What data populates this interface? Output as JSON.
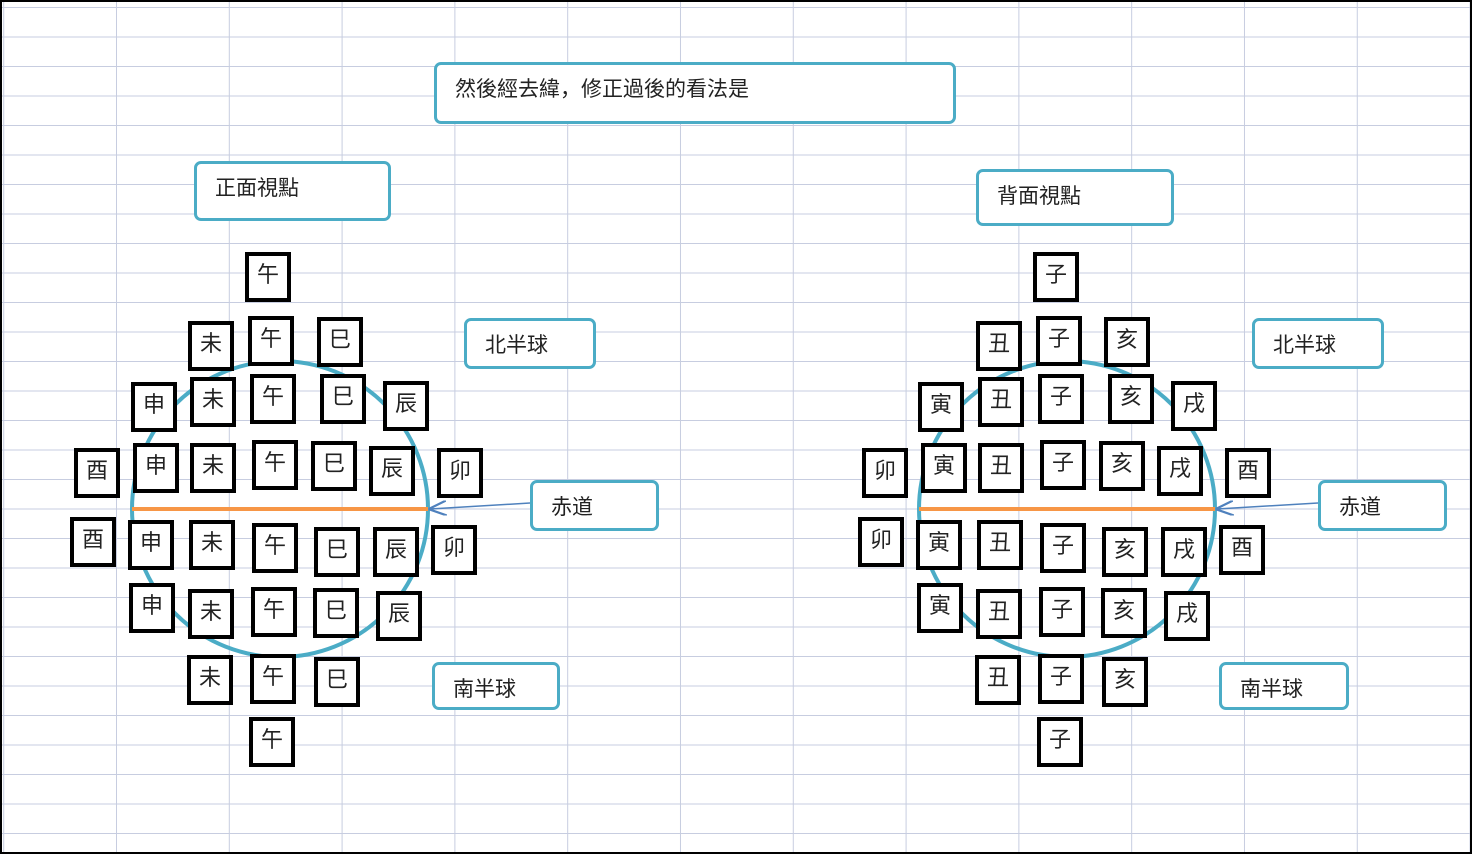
{
  "title": "然後經去緯，修正過後的看法是",
  "colors": {
    "callout_border": "#4bacc6",
    "circle": "#4bacc6",
    "equator": "#f79646",
    "arrow": "#4f81bd",
    "grid": "#c7cde0"
  },
  "front": {
    "view_label": "正面視點",
    "north_label": "北半球",
    "south_label": "南半球",
    "equator_label": "赤道",
    "cells": [
      "午",
      "未",
      "午",
      "巳",
      "申",
      "未",
      "午",
      "巳",
      "辰",
      "酉",
      "申",
      "未",
      "午",
      "巳",
      "辰",
      "卯",
      "酉",
      "申",
      "未",
      "午",
      "巳",
      "辰",
      "卯",
      "申",
      "未",
      "午",
      "巳",
      "辰",
      "未",
      "午",
      "巳",
      "午"
    ]
  },
  "back": {
    "view_label": "背面視點",
    "north_label": "北半球",
    "south_label": "南半球",
    "equator_label": "赤道",
    "cells": [
      "子",
      "丑",
      "子",
      "亥",
      "寅",
      "丑",
      "子",
      "亥",
      "戌",
      "卯",
      "寅",
      "丑",
      "子",
      "亥",
      "戌",
      "酉",
      "卯",
      "寅",
      "丑",
      "子",
      "亥",
      "戌",
      "酉",
      "寅",
      "丑",
      "子",
      "亥",
      "戌",
      "丑",
      "子",
      "亥",
      "子"
    ]
  }
}
